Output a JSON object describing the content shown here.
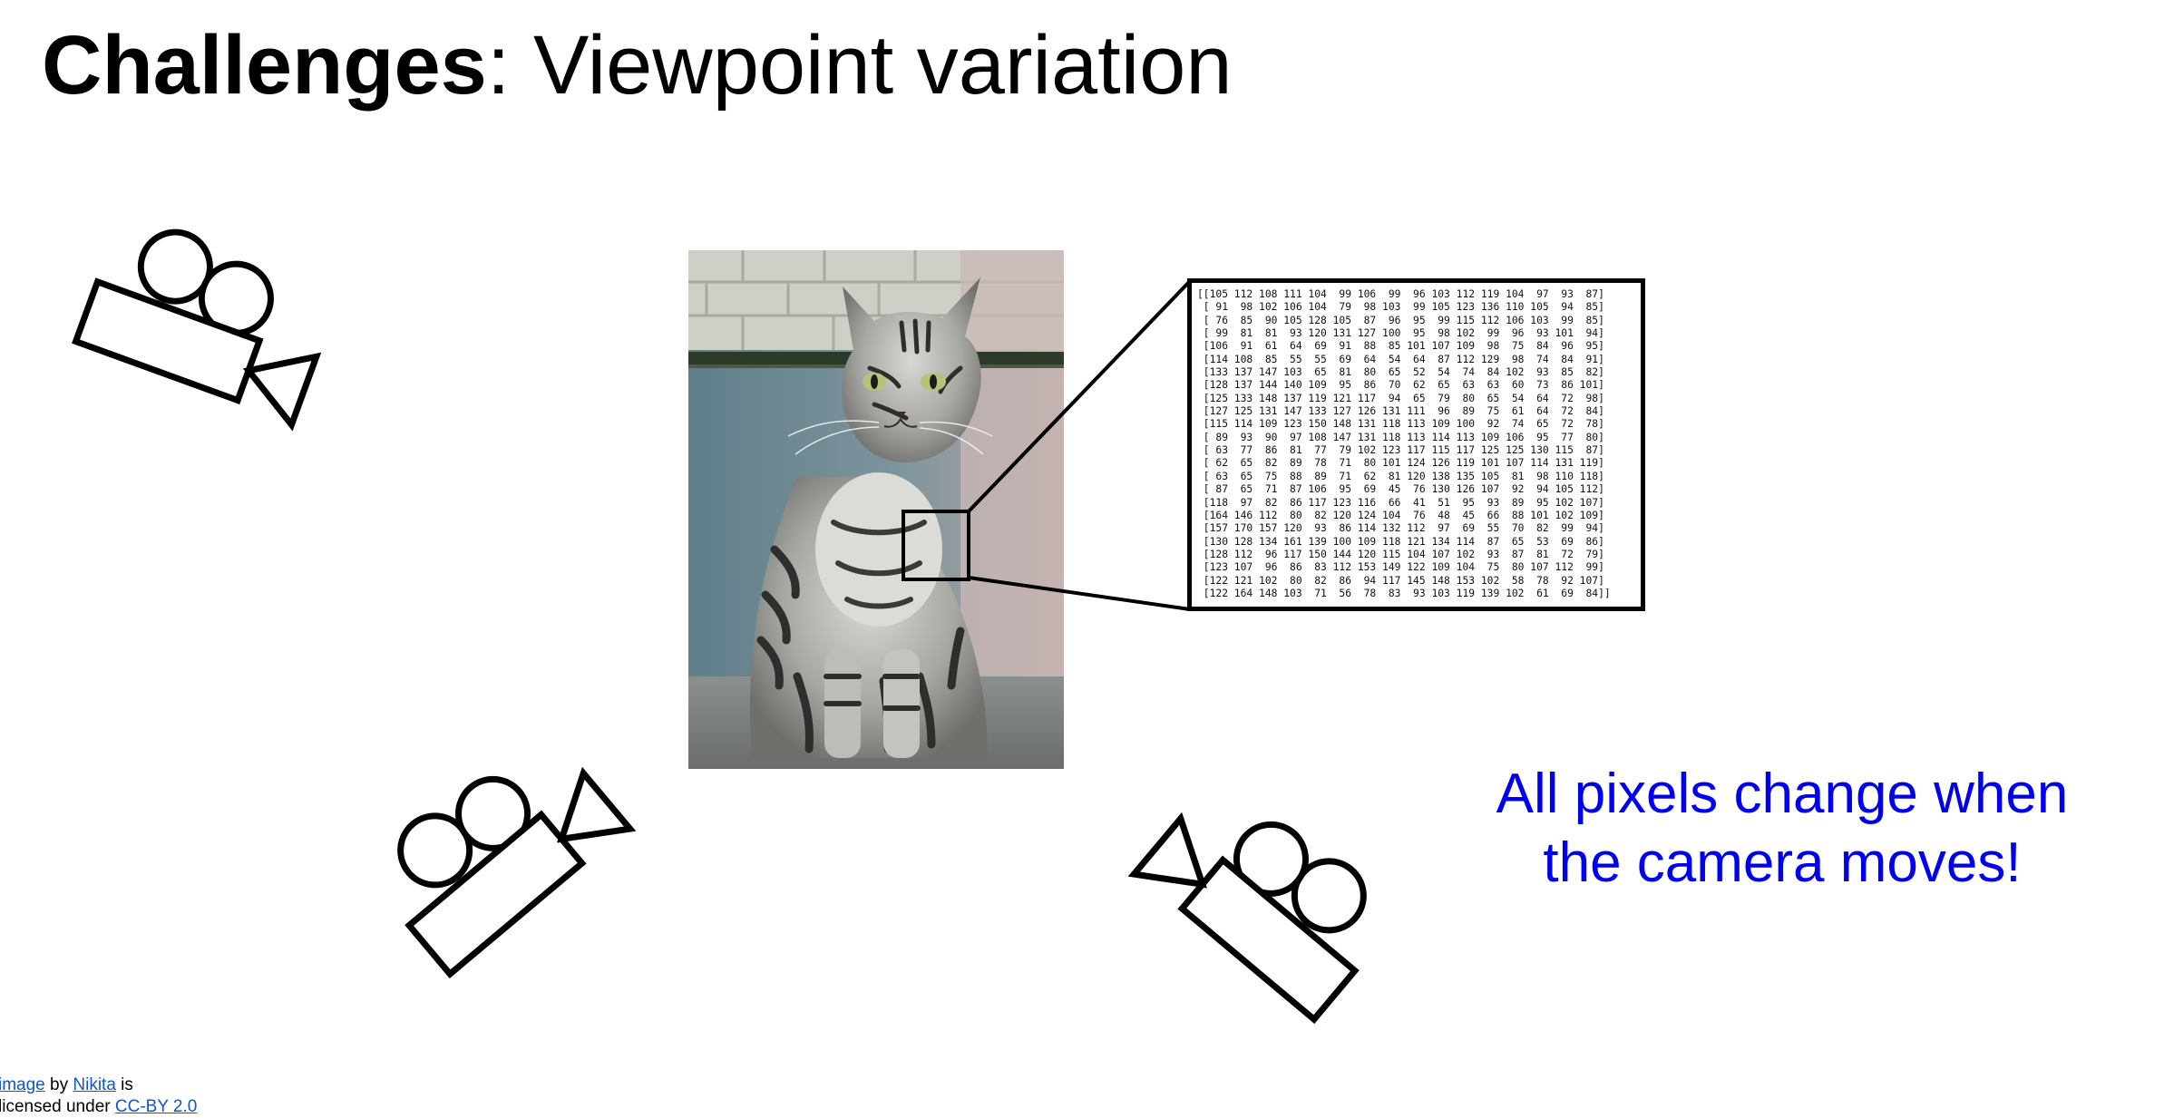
{
  "slide": {
    "title_bold": "Challenges",
    "title_rest": ": Viewpoint variation",
    "caption_line1": "All pixels change when",
    "caption_line2": "the camera moves!"
  },
  "pixel_matrix": [
    "[[105 112 108 111 104  99 106  99  96 103 112 119 104  97  93  87]",
    " [ 91  98 102 106 104  79  98 103  99 105 123 136 110 105  94  85]",
    " [ 76  85  90 105 128 105  87  96  95  99 115 112 106 103  99  85]",
    " [ 99  81  81  93 120 131 127 100  95  98 102  99  96  93 101  94]",
    " [106  91  61  64  69  91  88  85 101 107 109  98  75  84  96  95]",
    " [114 108  85  55  55  69  64  54  64  87 112 129  98  74  84  91]",
    " [133 137 147 103  65  81  80  65  52  54  74  84 102  93  85  82]",
    " [128 137 144 140 109  95  86  70  62  65  63  63  60  73  86 101]",
    " [125 133 148 137 119 121 117  94  65  79  80  65  54  64  72  98]",
    " [127 125 131 147 133 127 126 131 111  96  89  75  61  64  72  84]",
    " [115 114 109 123 150 148 131 118 113 109 100  92  74  65  72  78]",
    " [ 89  93  90  97 108 147 131 118 113 114 113 109 106  95  77  80]",
    " [ 63  77  86  81  77  79 102 123 117 115 117 125 125 130 115  87]",
    " [ 62  65  82  89  78  71  80 101 124 126 119 101 107 114 131 119]",
    " [ 63  65  75  88  89  71  62  81 120 138 135 105  81  98 110 118]",
    " [ 87  65  71  87 106  95  69  45  76 130 126 107  92  94 105 112]",
    " [118  97  82  86 117 123 116  66  41  51  95  93  89  95 102 107]",
    " [164 146 112  80  82 120 124 104  76  48  45  66  88 101 102 109]",
    " [157 170 157 120  93  86 114 132 112  97  69  55  70  82  99  94]",
    " [130 128 134 161 139 100 109 118 121 134 114  87  65  53  69  86]",
    " [128 112  96 117 150 144 120 115 104 107 102  93  87  81  72  79]",
    " [123 107  96  86  83 112 153 149 122 109 104  75  80 107 112  99]",
    " [122 121 102  80  82  86  94 117 145 148 153 102  58  78  92 107]",
    " [122 164 148 103  71  56  78  83  93 103 119 139 102  61  69  84]]"
  ],
  "attribution": {
    "link_image": "image",
    "text_by": " by ",
    "link_author": "Nikita",
    "text_is": " is",
    "line2_prefix": "licensed under ",
    "link_license": "CC-BY 2.0"
  },
  "icons": {
    "camera": "video-camera-outline-icon",
    "photo": "tabby-cat-photo"
  },
  "colors": {
    "caption": "#0000ee",
    "link": "#1155cc",
    "outline": "#000000"
  }
}
